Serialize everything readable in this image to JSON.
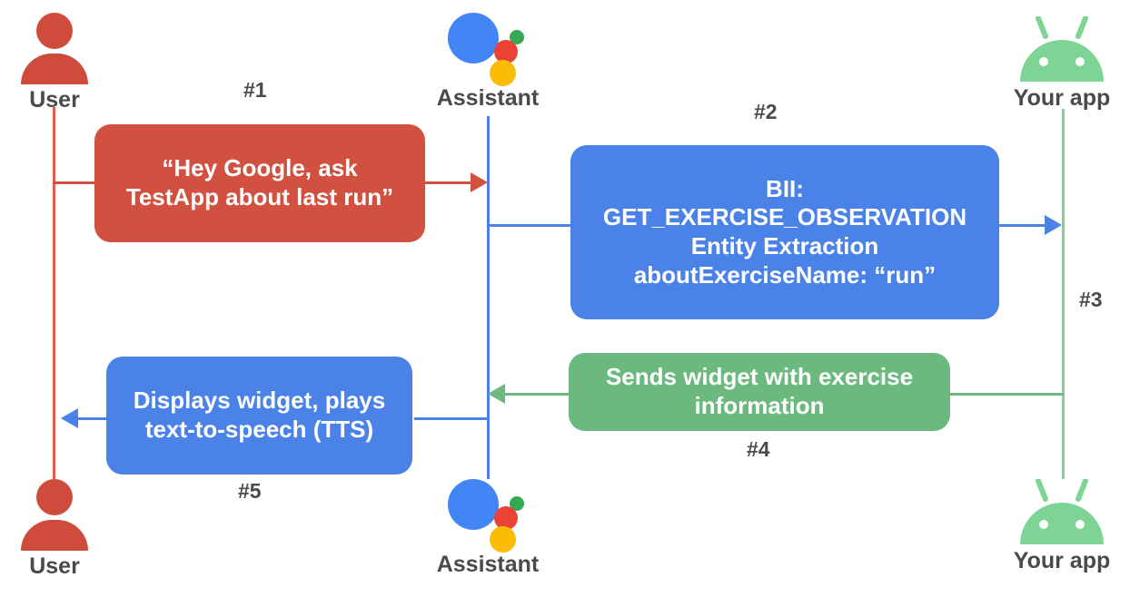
{
  "diagram": {
    "type": "sequence-diagram",
    "title": "Google Assistant App Actions flow",
    "background": "#ffffff"
  },
  "colors": {
    "user_red": "#cf4c3c",
    "box_red": "#d2503f",
    "assistant_blue": "#4a82e8",
    "google_blue": "#4285f4",
    "google_red": "#ea4335",
    "google_yellow": "#fbbc05",
    "google_green": "#34a853",
    "app_green": "#6bb97f",
    "lifeline_green": "#7ed495",
    "label_gray": "#4a4a4a"
  },
  "actors": {
    "top": [
      {
        "id": "user",
        "label": "User",
        "icon": "user-icon"
      },
      {
        "id": "assistant",
        "label": "Assistant",
        "icon": "google-assistant-icon"
      },
      {
        "id": "app",
        "label": "Your app",
        "icon": "android-robot-icon"
      }
    ],
    "bottom": [
      {
        "id": "user",
        "label": "User",
        "icon": "user-icon"
      },
      {
        "id": "assistant",
        "label": "Assistant",
        "icon": "google-assistant-icon"
      },
      {
        "id": "app",
        "label": "Your app",
        "icon": "android-robot-icon"
      }
    ]
  },
  "messages": [
    {
      "step": "#1",
      "color": "red",
      "from": "user",
      "to": "assistant",
      "lines": [
        "“Hey Google, ask",
        "TestApp about last run”"
      ]
    },
    {
      "step": "#2",
      "color": "blue",
      "from": "assistant",
      "to": "app",
      "lines": [
        "BII:",
        "GET_EXERCISE_OBSERVATION",
        "Entity Extraction",
        "aboutExerciseName: “run”"
      ]
    },
    {
      "step": "#3",
      "color": "green",
      "from": "app",
      "to": "app",
      "lines": []
    },
    {
      "step": "#4",
      "color": "green",
      "from": "app",
      "to": "assistant",
      "lines": [
        "Sends widget with exercise",
        "information"
      ]
    },
    {
      "step": "#5",
      "color": "blue",
      "from": "assistant",
      "to": "user",
      "lines": [
        "Displays widget, plays",
        "text-to-speech (TTS)"
      ]
    }
  ],
  "box1": {
    "line1": "“Hey Google, ask",
    "line2": "TestApp about last run”"
  },
  "box2": {
    "line1": "BII:",
    "line2": "GET_EXERCISE_OBSERVATION",
    "line3": "Entity Extraction",
    "line4": "aboutExerciseName: “run”"
  },
  "box4": {
    "line1": "Sends widget with exercise",
    "line2": "information"
  },
  "box5": {
    "line1": "Displays widget, plays",
    "line2": "text-to-speech (TTS)"
  },
  "steps": {
    "s1": "#1",
    "s2": "#2",
    "s3": "#3",
    "s4": "#4",
    "s5": "#5"
  },
  "labels": {
    "user_top": "User",
    "assistant_top": "Assistant",
    "app_top": "Your app",
    "user_bottom": "User",
    "assistant_bottom": "Assistant",
    "app_bottom": "Your app"
  }
}
